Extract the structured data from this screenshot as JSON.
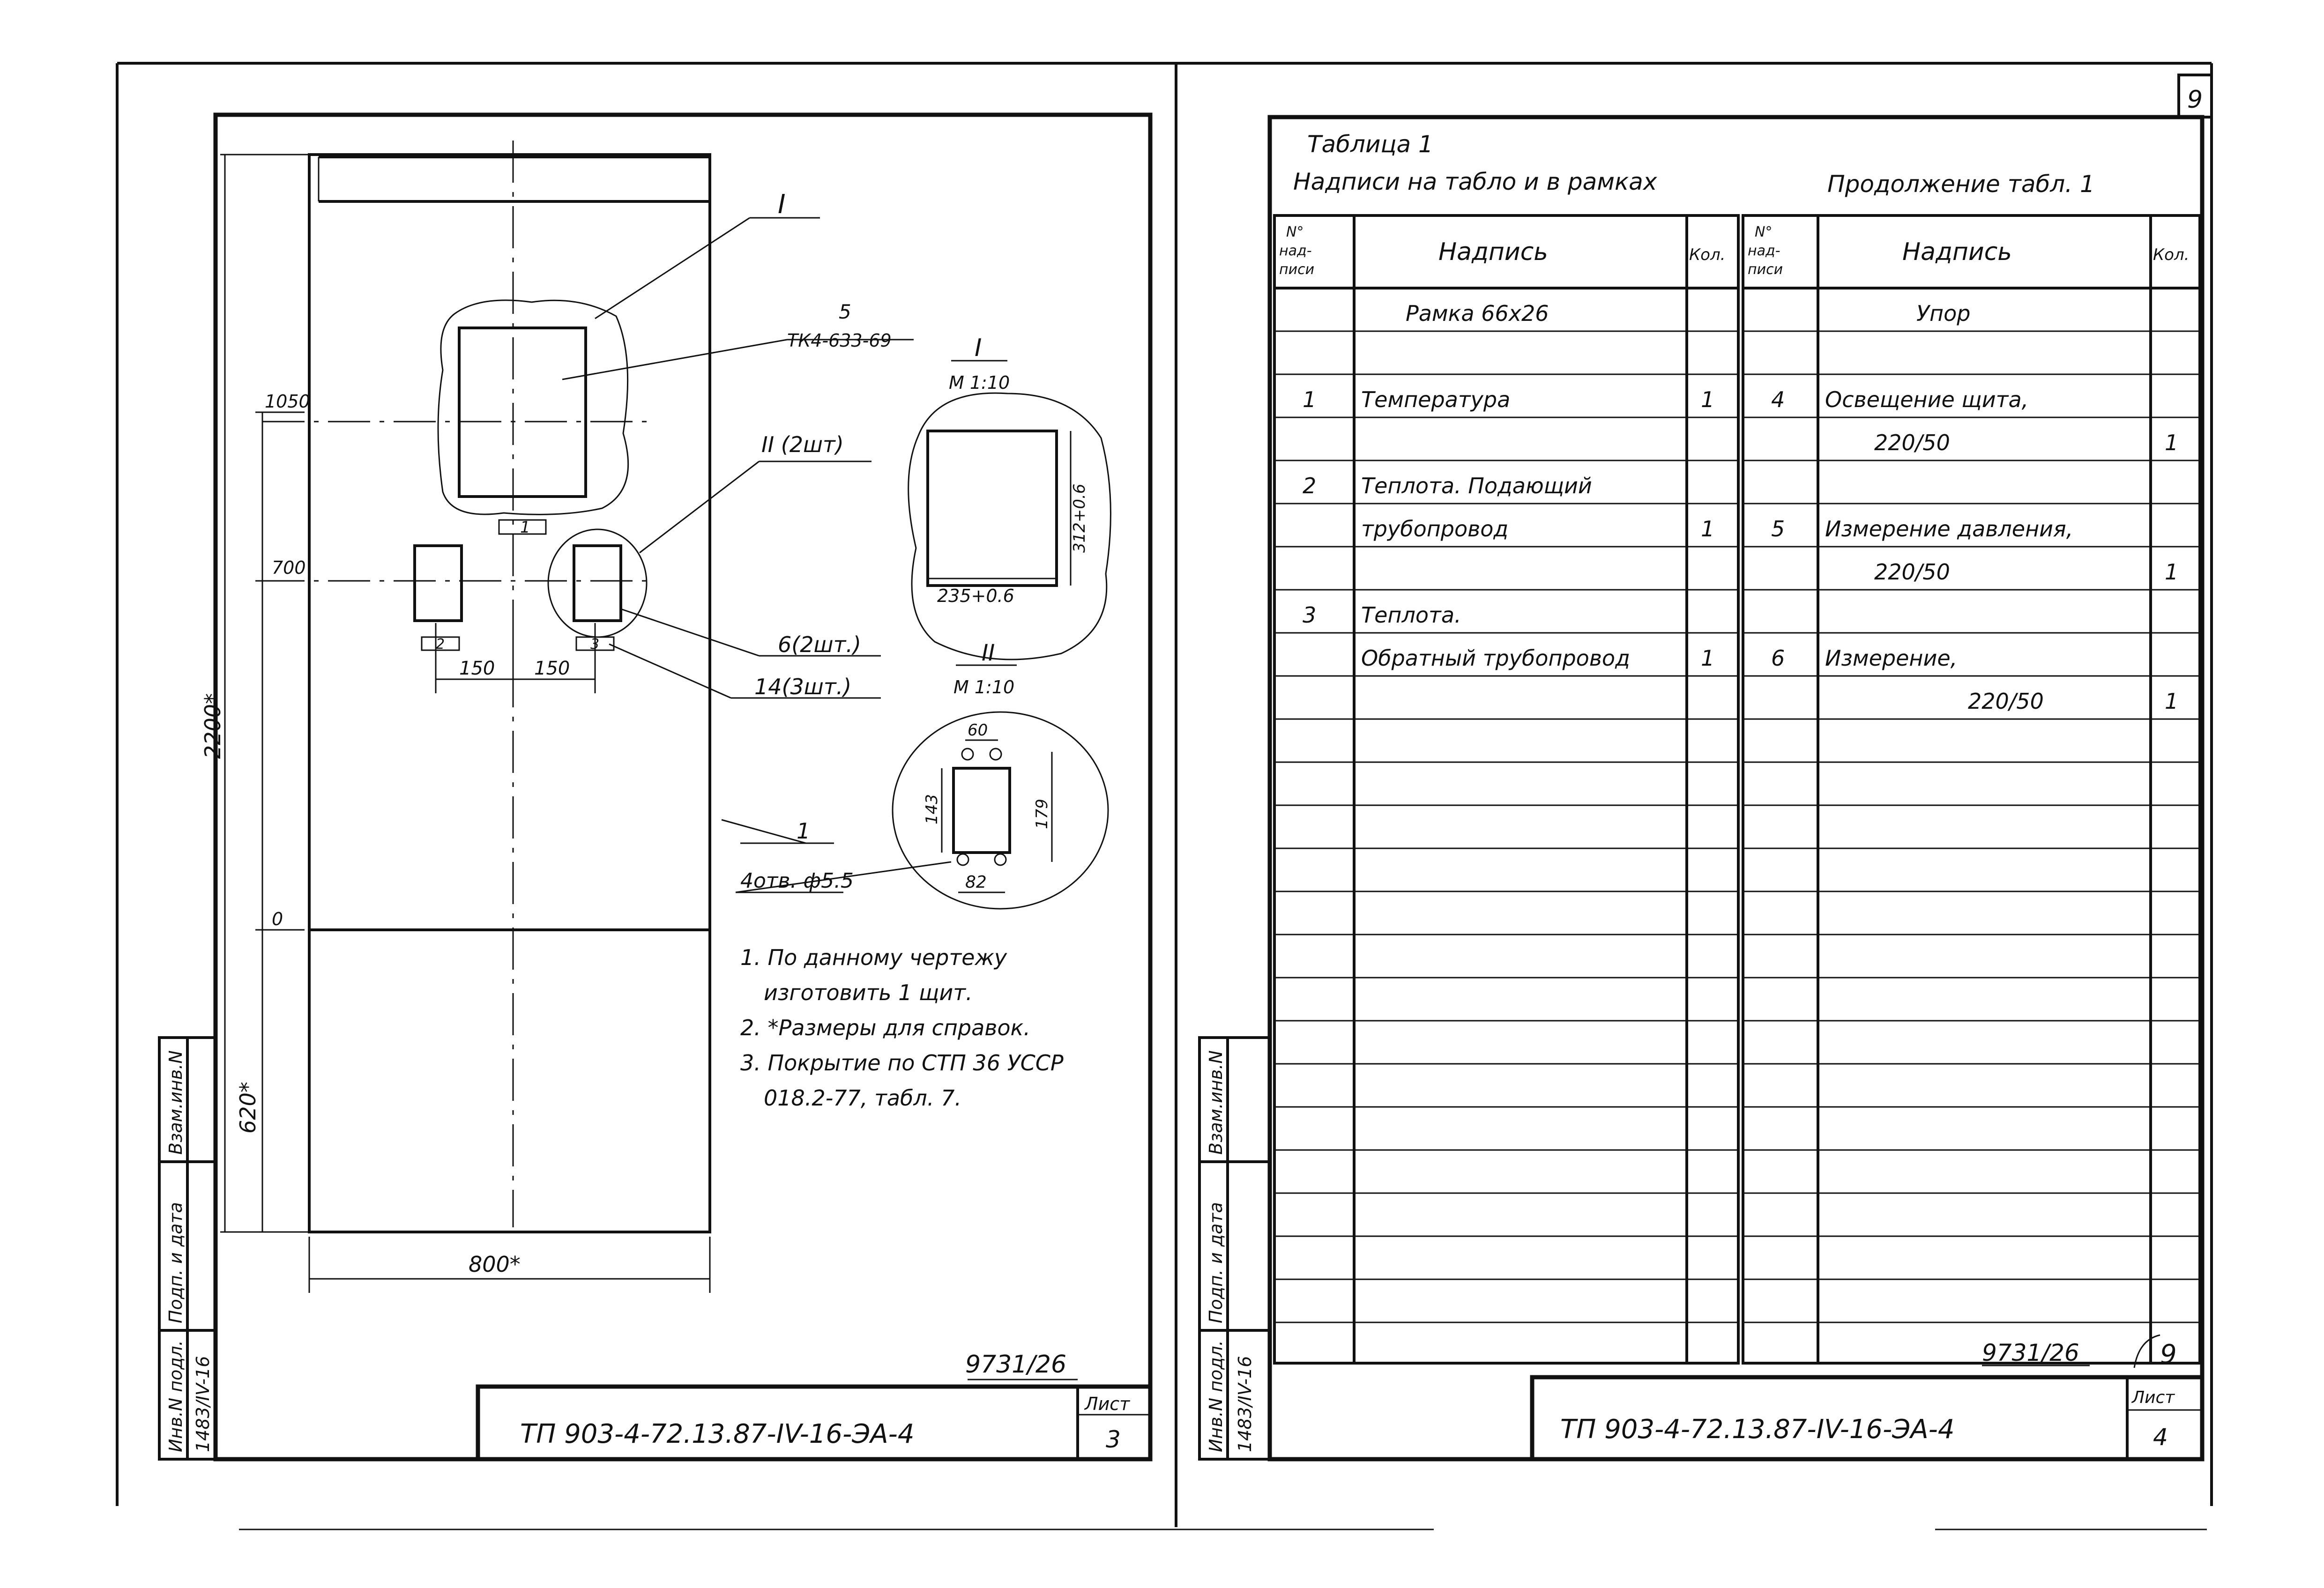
{
  "sheet_number": "9",
  "left_sheet": {
    "callout_I": "I",
    "callout_5": "5",
    "callout_5_ref": "ТК4-633-69",
    "callout_II": "II (2шт)",
    "callout_6": "6(2шт.)",
    "callout_14": "14(3шт.)",
    "callout_1": "1",
    "holes_note": "4отв. ф5.5",
    "dim_1050": "1050",
    "dim_700": "700",
    "dim_0": "0",
    "dim_150a": "150",
    "dim_150b": "150",
    "dim_2200": "2200*",
    "dim_620": "620*",
    "dim_800": "800*",
    "frame_1": "1",
    "frame_2": "2",
    "frame_3": "3",
    "detail_I_title": "I",
    "detail_I_scale": "М 1:10",
    "detail_I_height": "312+0.6",
    "detail_I_width": "235+0.6",
    "detail_II_title": "II",
    "detail_II_scale": "М 1:10",
    "detail_II_60": "60",
    "detail_II_143": "143",
    "detail_II_179": "179",
    "detail_II_82": "82",
    "notes": [
      "1. По данному чертежу",
      "изготовить 1 щит.",
      "2. *Размеры для справок.",
      "3. Покрытие по СТП 36 УССР",
      "018.2-77, табл. 7."
    ],
    "doc_code": "9731/26",
    "title": "ТП 903-4-72.13.87-IV-16-ЭА-4",
    "sheet_label": "Лист",
    "sheet_no": "3",
    "margin": [
      "Инв.N подл.",
      "Подп. и дата",
      "Взам.инв.N",
      "1483/IV-16"
    ]
  },
  "right_sheet": {
    "table_title": "Таблица 1",
    "table_subtitle": "Надписи на табло и в рамках",
    "continuation": "Продолжение табл. 1",
    "headers": {
      "no": "N° над- писи",
      "text": "Надпись",
      "qty": "Кол."
    },
    "left_rows": [
      {
        "no": "",
        "text": "Рамка 66x26",
        "qty": ""
      },
      {
        "no": "",
        "text": "",
        "qty": ""
      },
      {
        "no": "1",
        "text": "Температура",
        "qty": "1"
      },
      {
        "no": "",
        "text": "",
        "qty": ""
      },
      {
        "no": "2",
        "text": "Теплота. Подающий",
        "qty": ""
      },
      {
        "no": "",
        "text": "трубопровод",
        "qty": "1"
      },
      {
        "no": "",
        "text": "",
        "qty": ""
      },
      {
        "no": "3",
        "text": "Теплота.",
        "qty": ""
      },
      {
        "no": "",
        "text": "Обратный трубопровод",
        "qty": "1"
      }
    ],
    "right_rows": [
      {
        "no": "",
        "text": "Упор",
        "qty": ""
      },
      {
        "no": "",
        "text": "",
        "qty": ""
      },
      {
        "no": "4",
        "text": "Освещение щита,",
        "qty": ""
      },
      {
        "no": "",
        "text": "220/50",
        "qty": "1"
      },
      {
        "no": "",
        "text": "",
        "qty": ""
      },
      {
        "no": "5",
        "text": "Измерение давления,",
        "qty": ""
      },
      {
        "no": "",
        "text": "220/50",
        "qty": "1"
      },
      {
        "no": "",
        "text": "",
        "qty": ""
      },
      {
        "no": "6",
        "text": "Измерение,",
        "qty": ""
      },
      {
        "no": "",
        "text": "220/50",
        "qty": "1"
      }
    ],
    "doc_code": "9731/26",
    "circled_no": "9",
    "title": "ТП 903-4-72.13.87-IV-16-ЭА-4",
    "sheet_label": "Лист",
    "sheet_no": "4",
    "margin": [
      "Инв.N подл.",
      "Подп. и дата",
      "Взам.инв.N",
      "1483/IV-16"
    ]
  }
}
